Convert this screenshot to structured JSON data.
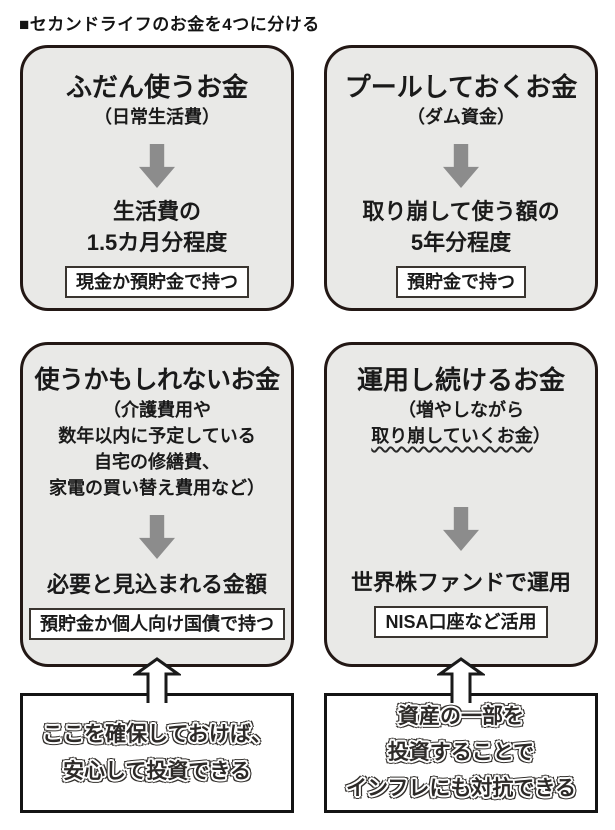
{
  "title": "■セカンドライフのお金を4つに分ける",
  "colors": {
    "card_bg": "#e9e9e7",
    "card_border": "#231815",
    "arrow_gray": "#8c8c8c",
    "note_border": "#141414",
    "text": "#1a1a1a"
  },
  "cards": [
    {
      "heading": "ふだん使うお金",
      "sub_lines": [
        "（日常生活費）"
      ],
      "result_lines": [
        "生活費の",
        "1.5カ月分程度"
      ],
      "method": "現金か預貯金で持つ"
    },
    {
      "heading": "プールしておくお金",
      "sub_lines": [
        "（ダム資金）"
      ],
      "result_lines": [
        "取り崩して使う額の",
        "5年分程度"
      ],
      "method": "預貯金で持つ"
    },
    {
      "heading": "使うかもしれないお金",
      "sub_lines": [
        "（介護費用や",
        "数年以内に予定している",
        "自宅の修繕費、",
        "家電の買い替え費用など）"
      ],
      "result_lines": [
        "必要と見込まれる金額"
      ],
      "method": "預貯金か個人向け国債で持つ"
    },
    {
      "heading": "運用し続けるお金",
      "sub_lines": [
        "（増やしながら"
      ],
      "sub_wavy_text": "取り崩していくお金",
      "sub_wavy_suffix": "）",
      "result_lines": [
        "世界株ファンドで運用"
      ],
      "method": "NISA口座など活用"
    }
  ],
  "notes": [
    {
      "lines": [
        "ここを確保しておけば、",
        "安心して投資できる"
      ]
    },
    {
      "lines": [
        "資産の一部を",
        "投資することで",
        "インフレにも対抗できる"
      ]
    }
  ]
}
